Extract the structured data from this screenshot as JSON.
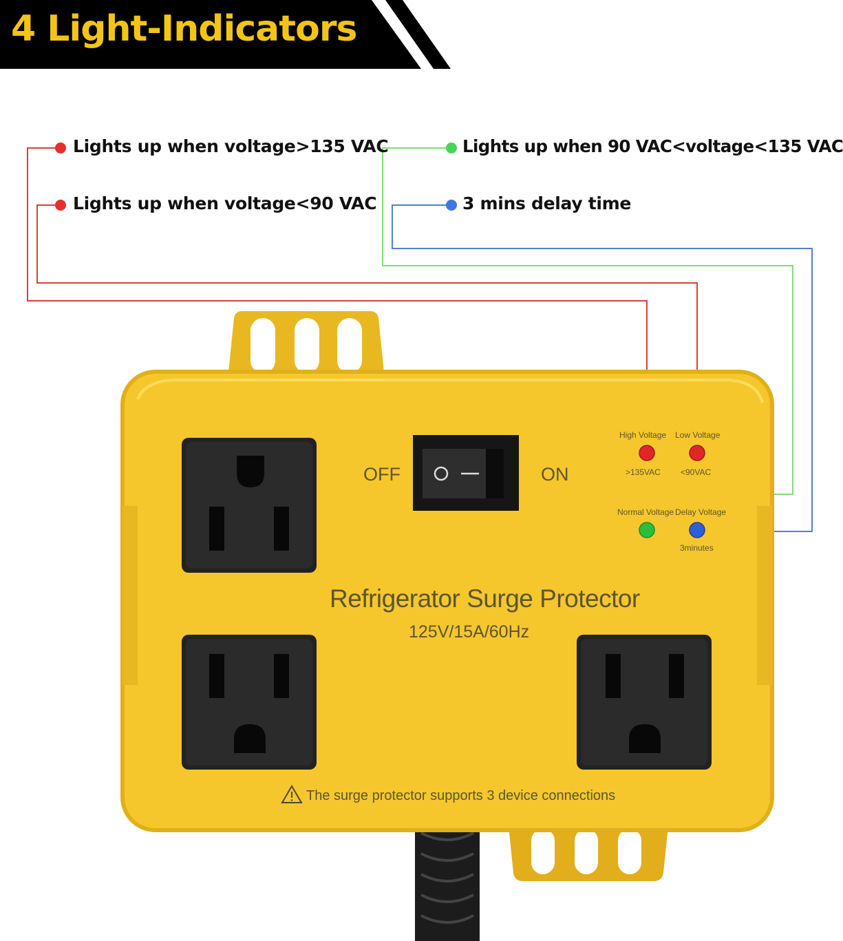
{
  "banner": {
    "title": "4 Light-Indicators"
  },
  "callouts": {
    "high": "Lights up when voltage>135 VAC",
    "low": "Lights up when voltage<90 VAC",
    "normal": "Lights up when 90 VAC<voltage<135 VAC",
    "delay": "3 mins delay time"
  },
  "device": {
    "switch_off": "OFF",
    "switch_on": "ON",
    "product_name": "Refrigerator Surge Protector",
    "rating": "125V/15A/60Hz",
    "notice": "The surge protector supports 3 device connections",
    "indicators": {
      "high_label": "High Voltage",
      "high_value": ">135VAC",
      "low_label": "Low Voltage",
      "low_value": "<90VAC",
      "normal_label": "Normal Voltage",
      "delay_label": "Delay Voltage",
      "delay_value": "3minutes"
    }
  },
  "colors": {
    "banner_bg": "#000000",
    "banner_text": "#f2c416",
    "device_body": "#f5c72c",
    "outlet": "#222222",
    "red_led": "#e02727",
    "green_led": "#2dbd3a",
    "blue_led": "#2f5fd6",
    "red_line": "#d8403a",
    "green_line": "#7fdc7a",
    "blue_line": "#4f7fd8"
  }
}
